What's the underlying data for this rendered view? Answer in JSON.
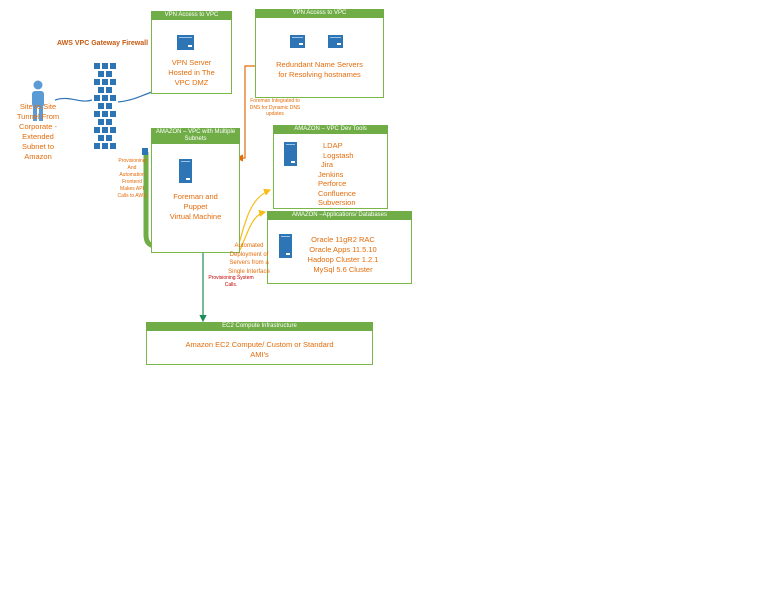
{
  "vpn_box_1": {
    "header": "VPN Access to VPC",
    "lines": [
      "VPN Server",
      "Hosted in The",
      "VPC DMZ"
    ]
  },
  "vpn_box_2": {
    "header": "VPN Access to VPC",
    "lines": [
      "Redundant Name Servers",
      "for Resolving hostnames"
    ]
  },
  "firewall_label": "AWS VPC Gateway Firewall",
  "tunnel_label": [
    "Site to Site",
    "Tunnel From",
    "Corporate -",
    "Extended",
    "Subnet to",
    "Amazon"
  ],
  "foreman_dns_note": [
    "Foreman Integrated to",
    "DNS for Dynamic DNS",
    "updates"
  ],
  "vpc_multi": {
    "header": "AMAZON – VPC with Multiple Subnets",
    "lines": [
      "Foreman and",
      "Puppet",
      "Virtual Machine"
    ]
  },
  "provisioning_note": [
    "Provisioning",
    "And",
    "Automation",
    "Frontend",
    "Makes API",
    "Calls to AWS"
  ],
  "dev_tools": {
    "header": "AMAZON – VPC Dev Tools",
    "items": [
      "LDAP",
      "Logstash",
      "Jira",
      "Jenkins",
      "Perforce",
      "Confluence",
      "Subversion"
    ]
  },
  "apps_db": {
    "header": "AMAZON –Applications/ Databases",
    "items": [
      "Oracle 11gR2 RAC",
      "Oracle Apps 11.5.10",
      "Hadoop Cluster 1.2.1",
      "MySql 5.6 Cluster"
    ]
  },
  "automated_note": [
    "Automated",
    "Deployment of",
    "Servers from a",
    "Single Interface"
  ],
  "provisioning_calls": [
    "Provisioning System",
    "Calls."
  ],
  "ec2": {
    "header": "EC2 Compute Infrastructure",
    "lines": [
      "Amazon EC2 Compute/ Custom or Standard",
      "AMI's"
    ]
  },
  "colors": {
    "green": "#70ad47",
    "orange": "#e46c0a",
    "blue": "#2e75b6",
    "red": "#c00000"
  }
}
